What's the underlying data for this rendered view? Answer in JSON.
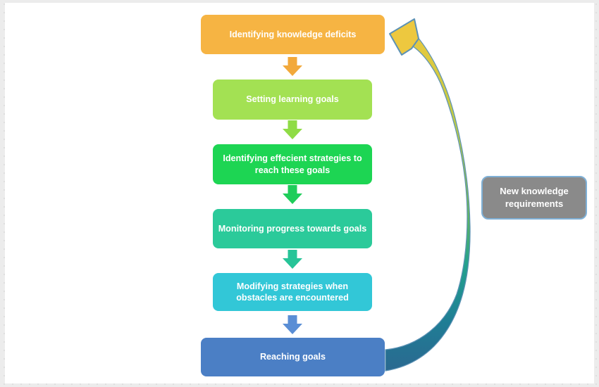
{
  "canvas": {
    "frame_color": "#ECECEC",
    "panel_color": "#FFFFFF"
  },
  "flow": {
    "text_color": "#FFFFFF",
    "steps": [
      {
        "label": "Identifying knowledge deficits",
        "color": "#F6B443"
      },
      {
        "label": "Setting learning goals",
        "color": "#A3E153"
      },
      {
        "label": "Identifying effecient strategies to reach these goals",
        "color": "#1DD553"
      },
      {
        "label": "Monitoring progress towards goals",
        "color": "#2BCA9A"
      },
      {
        "label": "Modifying strategies when obstacles are encountered",
        "color": "#32C7D7"
      },
      {
        "label": "Reaching goals",
        "color": "#4B7FC5"
      }
    ],
    "connectors": [
      {
        "color": "#F2A93B"
      },
      {
        "color": "#8FDC46"
      },
      {
        "color": "#1FCD5A"
      },
      {
        "color": "#27C498"
      },
      {
        "color": "#5A8ED5"
      }
    ]
  },
  "side_label": {
    "label": "New knowledge requirements",
    "fill": "#8A8A8A",
    "border": "#7FB0D6",
    "text_color": "#FFFFFF"
  },
  "feedback_arrow": {
    "head_color": "#EDC83F",
    "outline_color": "#5D92B5",
    "gradient": [
      "#E8C93E",
      "#BCCB45",
      "#6FB95A",
      "#23A18E",
      "#1F7D95",
      "#2B6890"
    ]
  }
}
